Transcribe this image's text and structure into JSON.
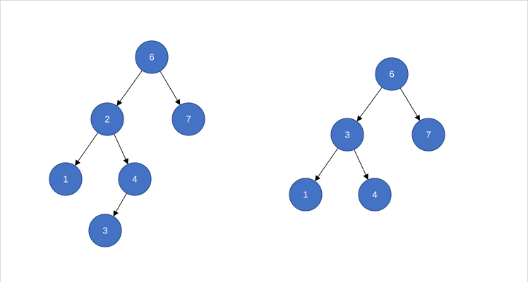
{
  "trees": [
    {
      "name": "left-tree",
      "nodes": [
        {
          "id": "a6",
          "label": "6"
        },
        {
          "id": "a2",
          "label": "2"
        },
        {
          "id": "a7",
          "label": "7"
        },
        {
          "id": "a1",
          "label": "1"
        },
        {
          "id": "a4",
          "label": "4"
        },
        {
          "id": "a3",
          "label": "3"
        }
      ],
      "edges": [
        {
          "from": "a6",
          "to": "a2"
        },
        {
          "from": "a6",
          "to": "a7"
        },
        {
          "from": "a2",
          "to": "a1"
        },
        {
          "from": "a2",
          "to": "a4"
        },
        {
          "from": "a4",
          "to": "a3"
        }
      ]
    },
    {
      "name": "right-tree",
      "nodes": [
        {
          "id": "b6",
          "label": "6"
        },
        {
          "id": "b3",
          "label": "3"
        },
        {
          "id": "b7",
          "label": "7"
        },
        {
          "id": "b1",
          "label": "1"
        },
        {
          "id": "b4",
          "label": "4"
        }
      ],
      "edges": [
        {
          "from": "b6",
          "to": "b3"
        },
        {
          "from": "b6",
          "to": "b7"
        },
        {
          "from": "b3",
          "to": "b1"
        },
        {
          "from": "b3",
          "to": "b4"
        }
      ]
    }
  ],
  "colors": {
    "node_fill": "#4472c4",
    "node_stroke": "#2f528f",
    "edge": "#000000",
    "label": "#ffffff"
  }
}
